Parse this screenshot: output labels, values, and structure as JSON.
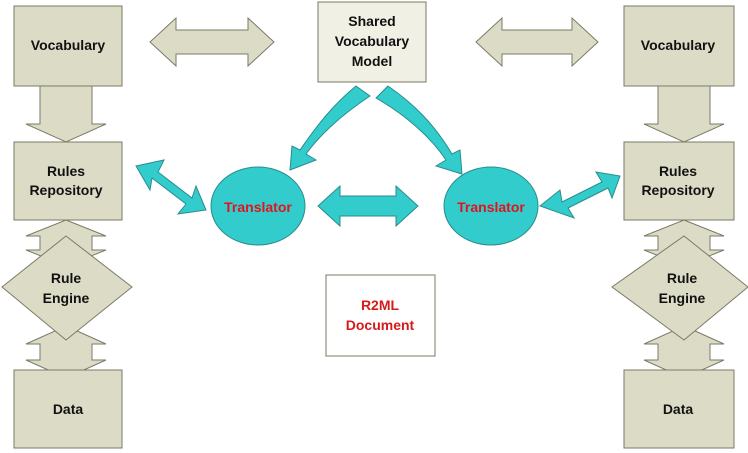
{
  "colors": {
    "box_fill": "#dcdcc6",
    "box_stroke": "#7a7a66",
    "arrow_beige": "#dcdcc6",
    "arrow_teal": "#33cccc",
    "teal_stroke": "#2a8c8c",
    "translator_text": "#e0141e",
    "r2ml_text": "#d61a1a",
    "label_text": "#111111"
  },
  "left": {
    "vocabulary": "Vocabulary",
    "rules_line1": "Rules",
    "rules_line2": "Repository",
    "engine_line1": "Rule",
    "engine_line2": "Engine",
    "data": "Data"
  },
  "right": {
    "vocabulary": "Vocabulary",
    "rules_line1": "Rules",
    "rules_line2": "Repository",
    "engine_line1": "Rule",
    "engine_line2": "Engine",
    "data": "Data"
  },
  "shared_model": {
    "line1": "Shared",
    "line2": "Vocabulary",
    "line3": "Model"
  },
  "translator_left": "Translator",
  "translator_right": "Translator",
  "r2ml": {
    "line1": "R2ML",
    "line2": "Document"
  }
}
